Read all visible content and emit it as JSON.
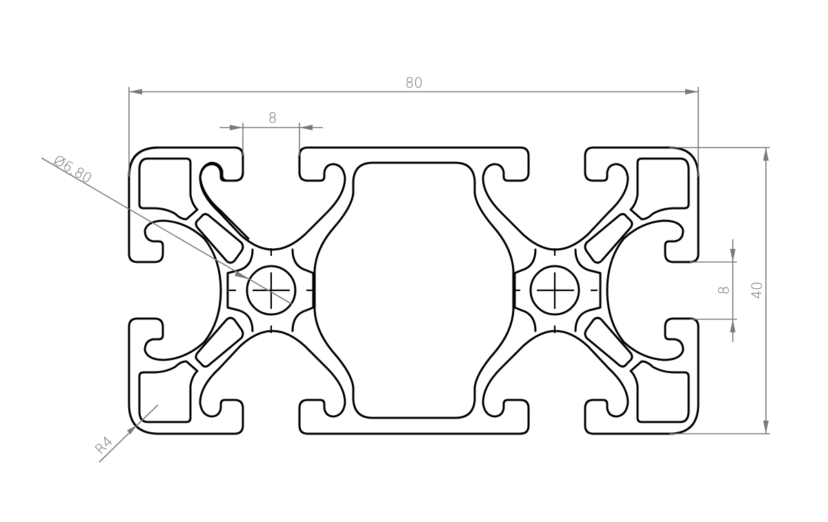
{
  "drawing": {
    "title": "Aluminium extrusion profile 40x80 slot 8 cross-section",
    "colors": {
      "profile": "#000000",
      "dimension": "#7a7a7a",
      "background": "#ffffff"
    },
    "dimensions": {
      "overall_width": {
        "label": "80",
        "orientation": "horizontal"
      },
      "overall_height": {
        "label": "40",
        "orientation": "vertical"
      },
      "slot_width_top": {
        "label": "8",
        "orientation": "horizontal"
      },
      "slot_width_side": {
        "label": "8",
        "orientation": "vertical"
      },
      "core_hole_diameter": {
        "label": "Ø6,80",
        "orientation": "diagonal"
      },
      "corner_radius": {
        "label": "R4",
        "orientation": "diagonal"
      }
    },
    "features": {
      "core_holes": 2,
      "t_slots": 6
    }
  }
}
